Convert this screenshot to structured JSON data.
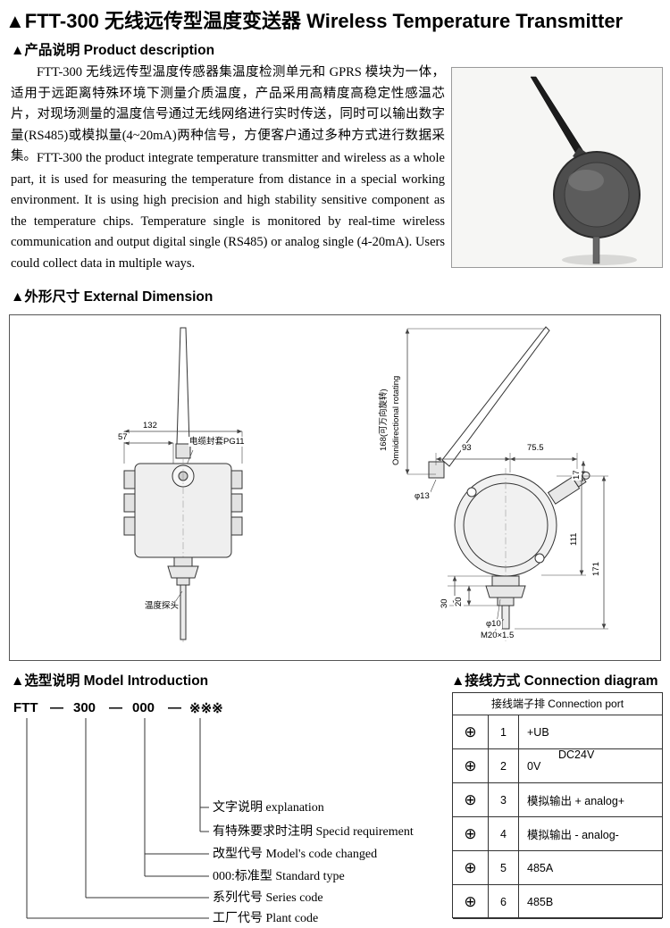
{
  "page": {
    "title": "▲FTT-300 无线远传型温度变送器 Wireless Temperature Transmitter"
  },
  "product_description": {
    "heading": "▲产品说明  Product description",
    "para_cn": "FTT-300 无线远传型温度传感器集温度检测单元和 GPRS 模块为一体，适用于远距离特殊环境下测量介质温度，产品采用高精度高稳定性感温芯片，对现场测量的温度信号通过无线网络进行实时传送，同时可以输出数字量(RS485)或模拟量(4~20mA)两种信号，方便客户通过多种方式进行数据采集。",
    "para_en": "FTT-300 the product integrate temperature transmitter and wireless as a whole part, it is used for measuring the temperature from distance in a special working environment. It is using high precision and high stability sensitive component as the temperature chips. Temperature single is monitored by real-time wireless communication and output digital single  (RS485) or analog single  (4-20mA). Users could collect data in multiple ways."
  },
  "external_dimension": {
    "heading": "▲外形尺寸 External  Dimension",
    "labels": {
      "dim_132": "132",
      "dim_57": "57",
      "cable_gland": "电缆封套PG11",
      "probe": "温度探头",
      "dim_168": "168(可万向旋转)",
      "omni": "Omnidirectional rotating",
      "dim_93": "93",
      "dim_75_5": "75.5",
      "dim_17": "17",
      "dim_phi13": "φ13",
      "dim_111": "111",
      "dim_171": "171",
      "dim_30": "30",
      "dim_20": "20",
      "dim_phi10": "φ10",
      "dim_m20": "M20×1.5"
    }
  },
  "model_introduction": {
    "heading": "▲选型说明 Model Introduction",
    "code_parts": [
      "FTT",
      "300",
      "000",
      "※※※"
    ],
    "separator": "—",
    "explanations": [
      "文字说明 explanation",
      "有特殊要求时注明 Specid requirement",
      "改型代号 Model's code changed",
      "000:标准型 Standard type",
      "系列代号 Series code",
      "工厂代号 Plant code"
    ]
  },
  "connection_diagram": {
    "heading": "▲接线方式 Connection diagram",
    "table_title": "接线端子排 Connection port",
    "terminal_symbol": "⊕",
    "power_label": "DC24V",
    "rows": [
      {
        "num": "1",
        "label": "+UB"
      },
      {
        "num": "2",
        "label": "0V"
      },
      {
        "num": "3",
        "label": "模拟输出 + analog+"
      },
      {
        "num": "4",
        "label": "模拟输出 - analog-"
      },
      {
        "num": "5",
        "label": "485A"
      },
      {
        "num": "6",
        "label": "485B"
      }
    ]
  }
}
